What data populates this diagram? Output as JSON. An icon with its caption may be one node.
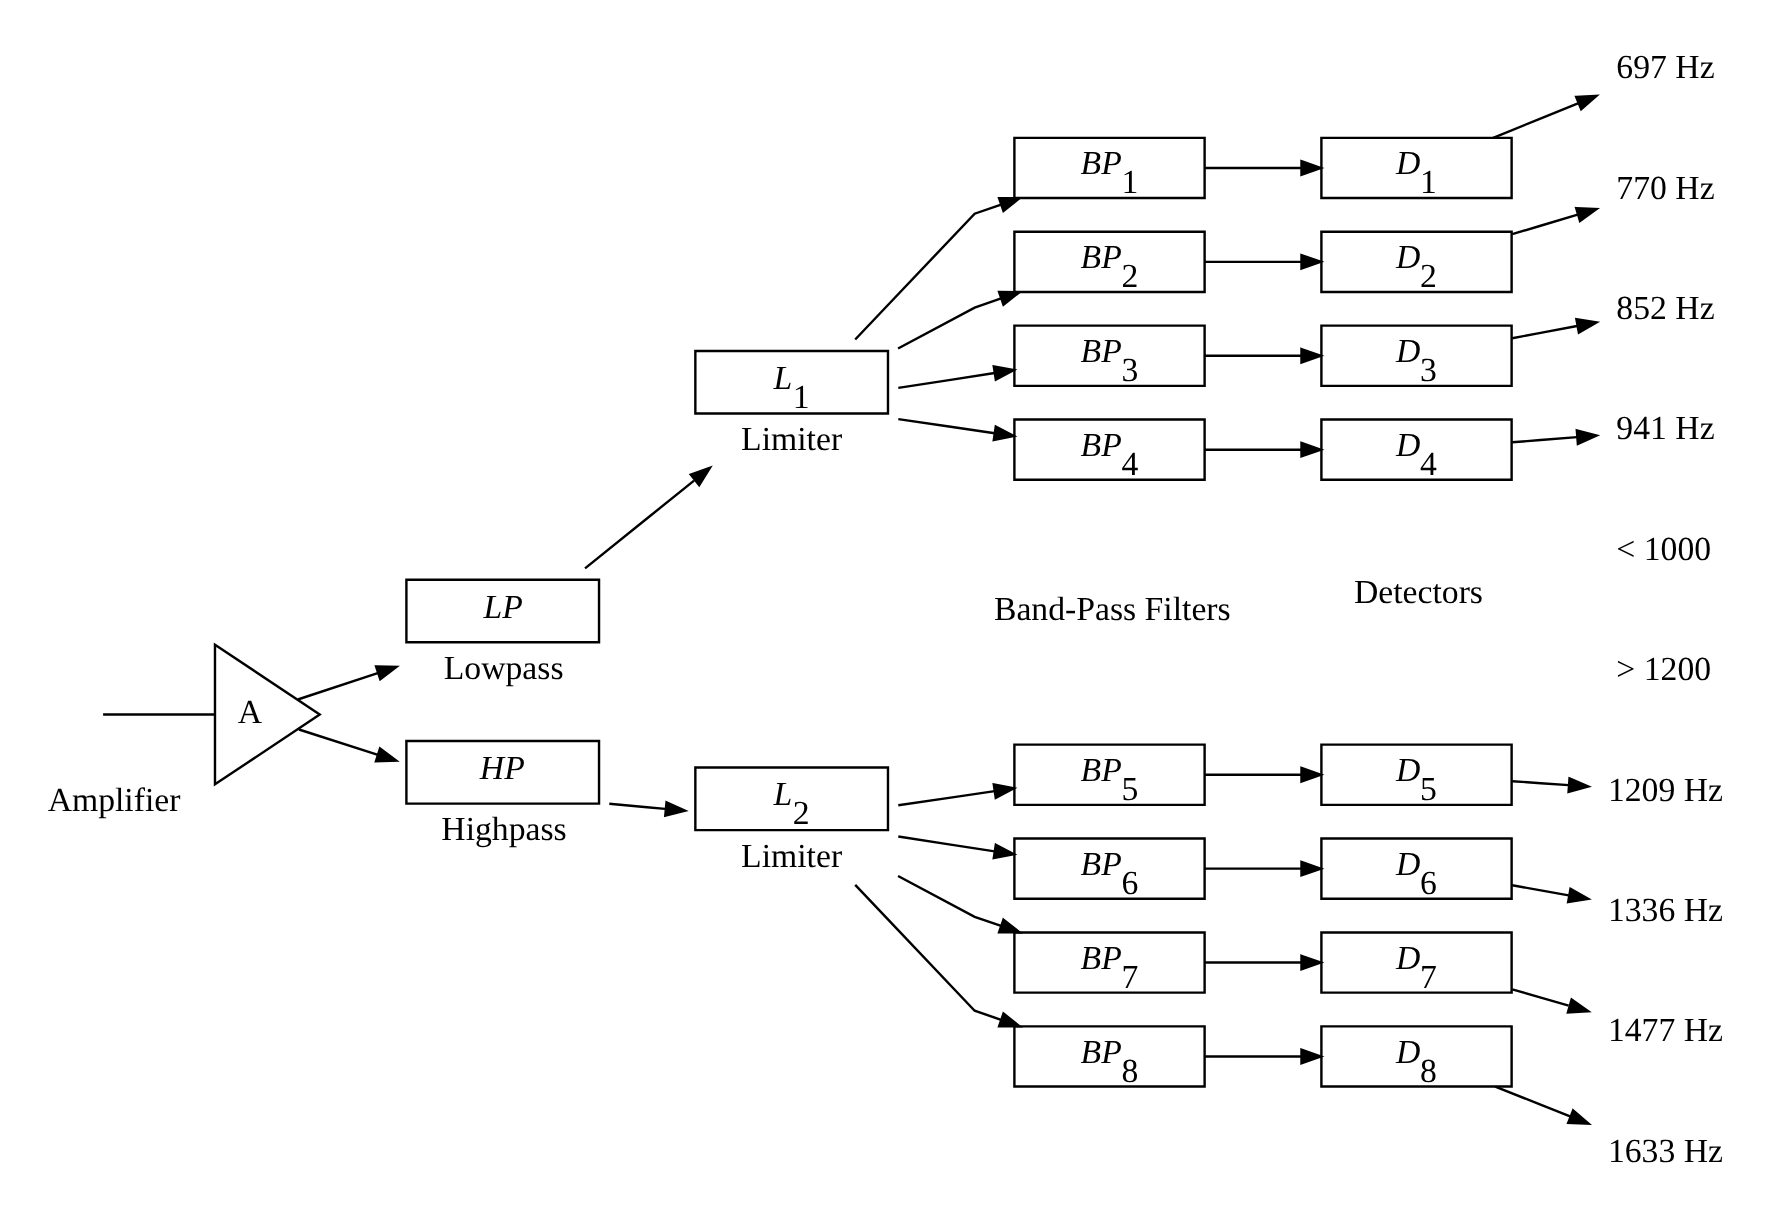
{
  "diagram": {
    "nodes": [
      {
        "text": [
          "A"
        ],
        "beside": [
          "Amplifier"
        ]
      },
      {
        "text": [
          "LP"
        ],
        "beside": [
          "Lowpass"
        ]
      },
      {
        "text": [
          "*L*$_{1}$"
        ],
        "beside": [
          "Limiter"
        ]
      },
      {
        "text": [
          "*BP*$_{1}$"
        ]
      },
      {
        "text": [
          "*BP*$_{2}$"
        ]
      },
      {
        "text": [
          "*BP*$_{3}$"
        ]
      },
      {
        "text": [
          "*BP*$_{4}$"
        ]
      },
      {
        "text": [
          "*D*$_{1}$"
        ]
      },
      {
        "text": [
          "*D*$_{2}$"
        ]
      },
      {
        "text": [
          "*D*$_{3}$"
        ]
      },
      {
        "text": [
          "*D*$_{4}$"
        ]
      },
      {
        "text": [
          "697 Hz"
        ]
      },
      {
        "text": [
          "770 Hz"
        ]
      },
      {
        "text": [
          "852 Hz"
        ]
      },
      {
        "text": [
          "941 Hz"
        ]
      },
      {
        "text": [
          "HP"
        ],
        "beside": [
          "Highpass"
        ]
      },
      {
        "text": [
          "*L*$_{2}$"
        ],
        "beside": [
          "Limiter"
        ]
      },
      {
        "text": [
          "*BP*$_{5}$"
        ]
      },
      {
        "text": [
          "*BP*$_{6}$"
        ]
      },
      {
        "text": [
          "*BP*$_{7}$"
        ]
      },
      {
        "text": [
          "*BP*$_{8}$"
        ]
      },
      {
        "text": [
          "*D*$_{5}$"
        ]
      },
      {
        "text": [
          "*D*$_{6}$"
        ]
      },
      {
        "text": [
          "*D*$_{7}$"
        ]
      },
      {
        "text": [
          "*D*$_{8}$"
        ]
      },
      {
        "text": [
          "1209 Hz"
        ]
      },
      {
        "text": [
          "1336 Hz"
        ]
      },
      {
        "text": [
          "1477 Hz"
        ]
      },
      {
        "text": [
          "1633 Hz"
        ]
      }
    ],
    "edges": [
      {
        "from": null,
        "to": 0,
        "arrow": "none"
      },
      {
        "from": 0,
        "to": 1,
        "arrow": "to"
      },
      {
        "from": 0,
        "to": 15,
        "arrow": "to"
      },
      {
        "from": 1,
        "to": 2,
        "arrow": "to"
      },
      {
        "from": 2,
        "to": 3,
        "arrow": "to"
      },
      {
        "from": 2,
        "to": 4,
        "arrow": "to"
      },
      {
        "from": 2,
        "to": 5,
        "arrow": "to"
      },
      {
        "from": 2,
        "to": 6,
        "arrow": "to"
      },
      {
        "from": 3,
        "to": 7,
        "arrow": "to"
      },
      {
        "from": 4,
        "to": 8,
        "arrow": "to"
      },
      {
        "from": 5,
        "to": 9,
        "arrow": "to"
      },
      {
        "from": 6,
        "to": 10,
        "arrow": "to"
      },
      {
        "from": 7,
        "to": 11,
        "arrow": "to"
      },
      {
        "from": 8,
        "to": 12,
        "arrow": "to"
      },
      {
        "from": 9,
        "to": 13,
        "arrow": "to"
      },
      {
        "from": 10,
        "to": 14,
        "arrow": "to"
      },
      {
        "from": 15,
        "to": 16,
        "arrow": "to"
      },
      {
        "from": 16,
        "to": 17,
        "arrow": "to"
      },
      {
        "from": 16,
        "to": 18,
        "arrow": "to"
      },
      {
        "from": 16,
        "to": 19,
        "arrow": "to"
      },
      {
        "from": 16,
        "to": 20,
        "arrow": "to"
      },
      {
        "from": 17,
        "to": 21,
        "arrow": "to"
      },
      {
        "from": 18,
        "to": 22,
        "arrow": "to"
      },
      {
        "from": 19,
        "to": 23,
        "arrow": "to"
      },
      {
        "from": 20,
        "to": 24,
        "arrow": "to"
      },
      {
        "from": 21,
        "to": 25,
        "arrow": "to"
      },
      {
        "from": 22,
        "to": 26,
        "arrow": "to"
      },
      {
        "from": 23,
        "to": 27,
        "arrow": "to"
      },
      {
        "from": 24,
        "to": 28,
        "arrow": "to"
      }
    ],
    "labels": [
      "< 1000",
      "Band-Pass Filters",
      "Detectors",
      "> 1200"
    ]
  }
}
